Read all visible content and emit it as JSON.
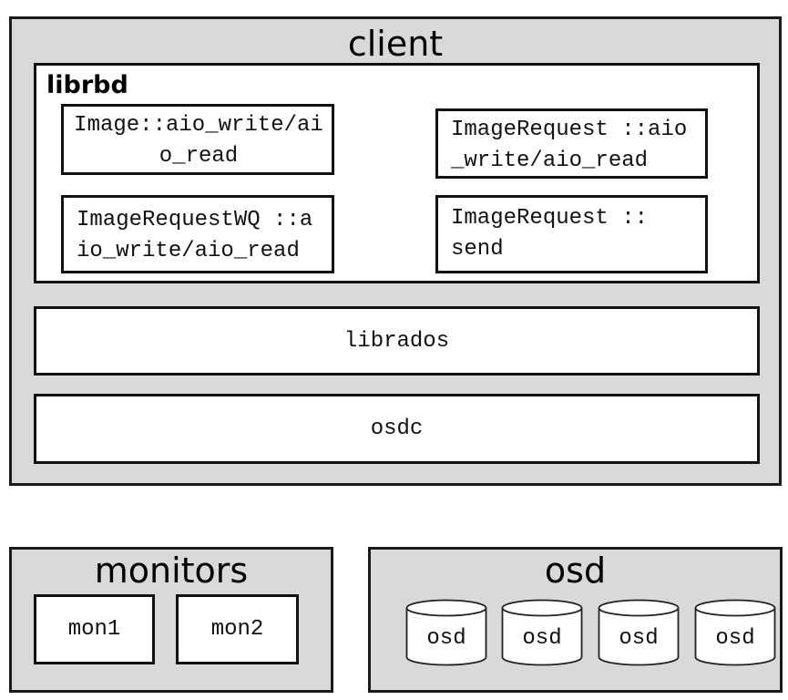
{
  "client": {
    "title": "client",
    "librbd": {
      "title": "librbd",
      "boxes": [
        "Image::aio_write/aio_read",
        "ImageRequest ::aio_write/aio_read",
        "ImageRequestWQ ::aio_write/aio_read",
        "ImageRequest :: send"
      ]
    },
    "librados": "librados",
    "osdc": "osdc"
  },
  "monitors": {
    "title": "monitors",
    "items": [
      "mon1",
      "mon2"
    ]
  },
  "osd": {
    "title": "osd",
    "disks": [
      "osd",
      "osd",
      "osd",
      "osd"
    ]
  }
}
